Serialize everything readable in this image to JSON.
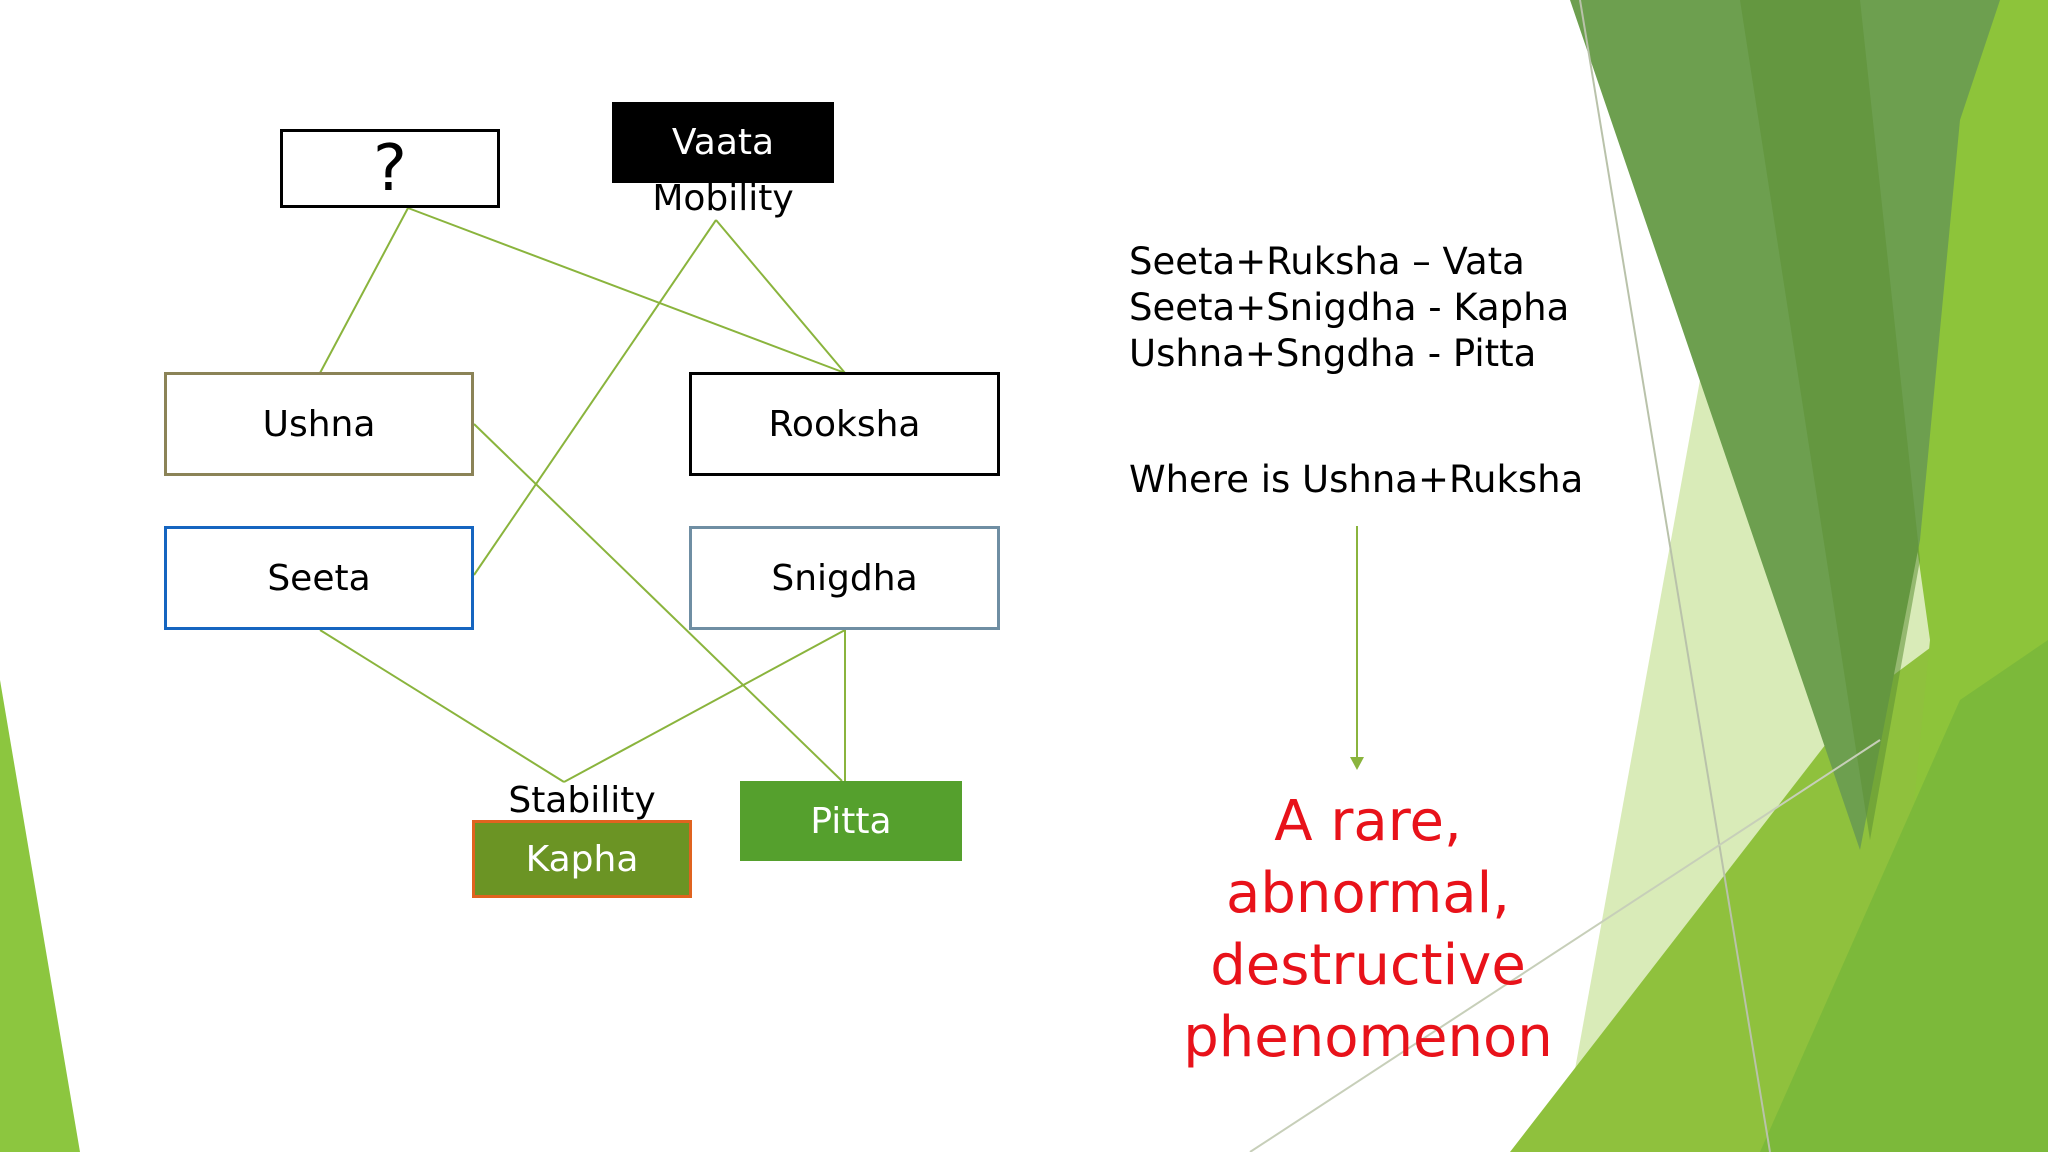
{
  "colors": {
    "connector": "#8ab43d",
    "arrow": "#8ab43d",
    "conclusion_text": "#e8121a",
    "vaata_fill": "#000000",
    "kapha_fill": "#6b9424",
    "kapha_border": "#e0631f",
    "pitta_fill": "#55a02d",
    "ushna_border": "#8b8357",
    "seeta_border": "#1565c0",
    "snigdha_border": "#6f8ea3"
  },
  "nodes": {
    "unknown": "?",
    "vaata": "Vaata",
    "ushna": "Ushna",
    "rooksha": "Rooksha",
    "seeta": "Seeta",
    "snigdha": "Snigdha",
    "kapha": "Kapha",
    "pitta": "Pitta"
  },
  "labels": {
    "mobility": "Mobility",
    "stability": "Stability"
  },
  "combinations": [
    "Seeta+Ruksha – Vata",
    "Seeta+Snigdha - Kapha",
    "Ushna+Sngdha - Pitta"
  ],
  "question": "Where is Ushna+Ruksha",
  "conclusion": "A rare, abnormal, destructive phenomenon",
  "connections": [
    [
      "unknown",
      "ushna"
    ],
    [
      "unknown",
      "rooksha"
    ],
    [
      "mobility",
      "seeta"
    ],
    [
      "mobility",
      "rooksha"
    ],
    [
      "ushna",
      "pitta"
    ],
    [
      "seeta",
      "stability"
    ],
    [
      "snigdha",
      "stability"
    ],
    [
      "snigdha",
      "pitta"
    ]
  ]
}
